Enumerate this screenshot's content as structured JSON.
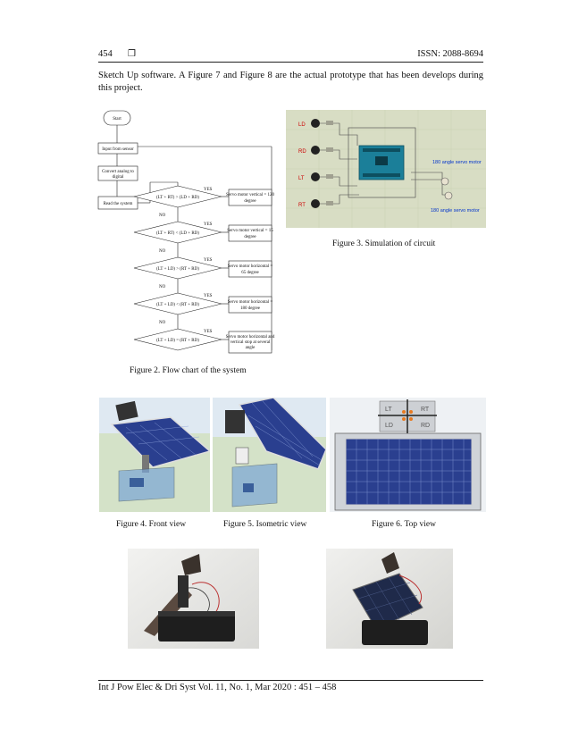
{
  "header": {
    "page_number": "454",
    "box_glyph": "❒",
    "issn": "ISSN: 2088-8694"
  },
  "intro": {
    "text": "Sketch Up software. A Figure 7 and Figure 8 are the actual prototype that has been develops during this project."
  },
  "flowchart": {
    "start": "Start",
    "input": "Input from sensor",
    "convert_1": "Convert analog to",
    "convert_2": "digital",
    "read": "Read the system",
    "yes": "YES",
    "no": "NO",
    "conditions": [
      "(LT + RT) > (LD + RD)",
      "(LT + RT) < (LD + RD)",
      "(LT + LD) > (RT + RD)",
      "(LT + LD) < (RT + RD)",
      "(LT + LD) = (RT + RD)"
    ],
    "actions": [
      {
        "line1": "Servo motor vertical = 120",
        "line2": "degree",
        "line3": ""
      },
      {
        "line1": "Servo motor vertical = 15",
        "line2": "degree",
        "line3": ""
      },
      {
        "line1": "Servo motor horizontal =",
        "line2": "65 degree",
        "line3": ""
      },
      {
        "line1": "Servo motor horizontal =",
        "line2": "180 degree",
        "line3": ""
      },
      {
        "line1": "Servo motor horizontal and",
        "line2": "vertical stop at several",
        "line3": "angle"
      }
    ]
  },
  "circuit": {
    "ldr_labels": [
      "LD",
      "RD",
      "LT",
      "RT"
    ],
    "servo_label_1": "180 angle servo motor",
    "servo_label_2": "180 angle servo motor"
  },
  "topview": {
    "labels": [
      "LT",
      "RT",
      "LD",
      "RD"
    ]
  },
  "captions": {
    "fig2": "Figure 2. Flow chart of the system",
    "fig3": "Figure 3. Simulation of circuit",
    "fig4": "Figure 4. Front view",
    "fig5": "Figure 5. Isometric view",
    "fig6": "Figure 6. Top view"
  },
  "footer": {
    "citation": "Int J Pow Elec & Dri Syst Vol. 11, No. 1, Mar 2020 :  451 – 458"
  },
  "colors": {
    "circuit_bg": "#d8ddc4",
    "arduino": "#1b7f99",
    "panel_blue": "#2a3f8f",
    "sky": "#dfe9f2"
  }
}
